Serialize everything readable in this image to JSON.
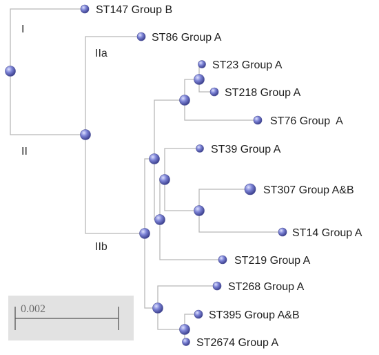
{
  "clade_labels": {
    "I": "I",
    "II": "II",
    "IIa": "IIa",
    "IIb": "IIb"
  },
  "leaves": {
    "st147": "ST147 Group B",
    "st86": "ST86 Group A",
    "st23": "ST23 Group A",
    "st218": "ST218 Group A",
    "st76": "ST76 Group  A",
    "st39": "ST39 Group A",
    "st307": "ST307 Group A&B",
    "st14": "ST14 Group A",
    "st219": "ST219 Group A",
    "st268": "ST268 Group A",
    "st395": "ST395 Group A&B",
    "st2674": "ST2674 Group A"
  },
  "scale_bar": {
    "label": "0.002"
  },
  "colors": {
    "branch": "#b8b8b8",
    "node_light": "#dfe2ff",
    "node_mid": "#7c83d6",
    "node_dark": "#3b3f8c",
    "scale_background": "#e2e2e2"
  }
}
